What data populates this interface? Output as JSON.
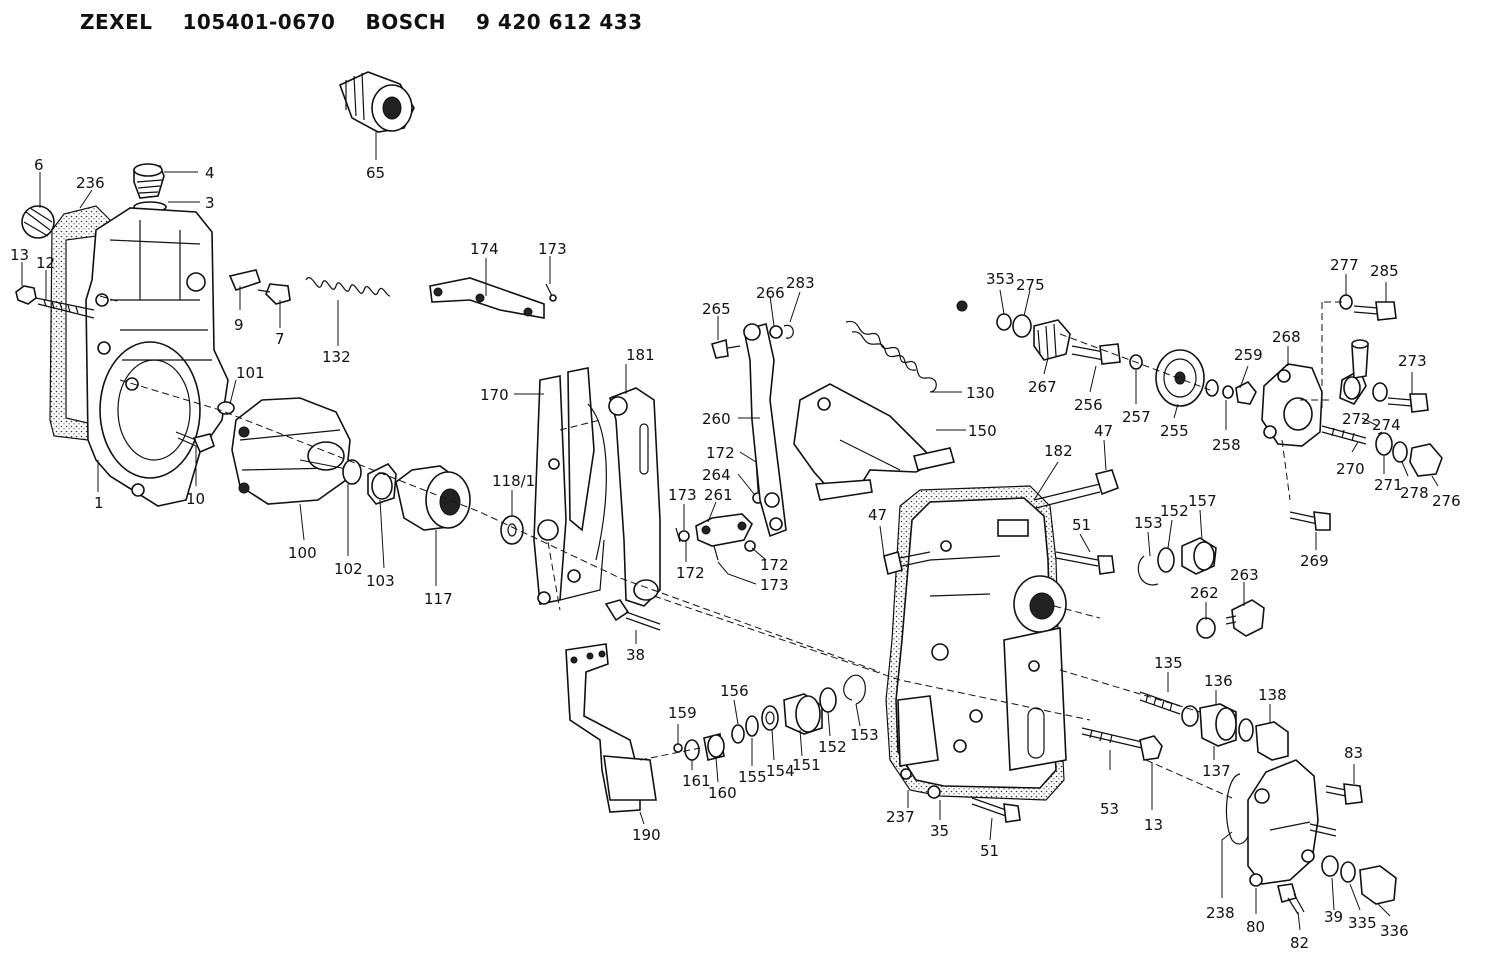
{
  "header": {
    "maker_a": "ZEXEL",
    "part_a": "105401-0670",
    "maker_b": "BOSCH",
    "part_b": "9 420 612 433"
  },
  "part_labels": {
    "p65": "65",
    "p4": "4",
    "p3": "3",
    "p6": "6",
    "p236": "236",
    "p13a": "13",
    "p12": "12",
    "p9": "9",
    "p7": "7",
    "p132": "132",
    "p101": "101",
    "p10": "10",
    "p1": "1",
    "p100": "100",
    "p102": "102",
    "p103": "103",
    "p117": "117",
    "p174": "174",
    "p173a": "173",
    "p118_1": "118/1",
    "p170": "170",
    "p181": "181",
    "p173b": "173",
    "p261": "261",
    "p172a": "172",
    "p172b": "172",
    "p173c": "173",
    "p172c": "172",
    "p264": "264",
    "p260": "260",
    "p265": "265",
    "p266": "266",
    "p283": "283",
    "p130": "130",
    "p150": "150",
    "p38": "38",
    "p190": "190",
    "p159": "159",
    "p156": "156",
    "p161": "161",
    "p160": "160",
    "p155": "155",
    "p154": "154",
    "p151a": "151",
    "p152a": "152",
    "p153a": "153",
    "p47a": "47",
    "p47b": "47",
    "p182": "182",
    "p51a": "51",
    "p153b": "153",
    "p152b": "152",
    "p157": "157",
    "p262": "262",
    "p263": "263",
    "p135": "135",
    "p136": "136",
    "p138": "138",
    "p137": "137",
    "p53": "53",
    "p13b": "13",
    "p237": "237",
    "p35": "35",
    "p51b": "51",
    "p353": "353",
    "p275": "275",
    "p267": "267",
    "p256": "256",
    "p257": "257",
    "p255": "255",
    "p259": "259",
    "p258": "258",
    "p268": "268",
    "p277": "277",
    "p285": "285",
    "p273": "273",
    "p272": "272",
    "p274": "274",
    "p270": "270",
    "p271": "271",
    "p278": "278",
    "p276": "276",
    "p269": "269",
    "p83": "83",
    "p238": "238",
    "p80": "80",
    "p82": "82",
    "p39": "39",
    "p335": "335",
    "p336": "336"
  }
}
